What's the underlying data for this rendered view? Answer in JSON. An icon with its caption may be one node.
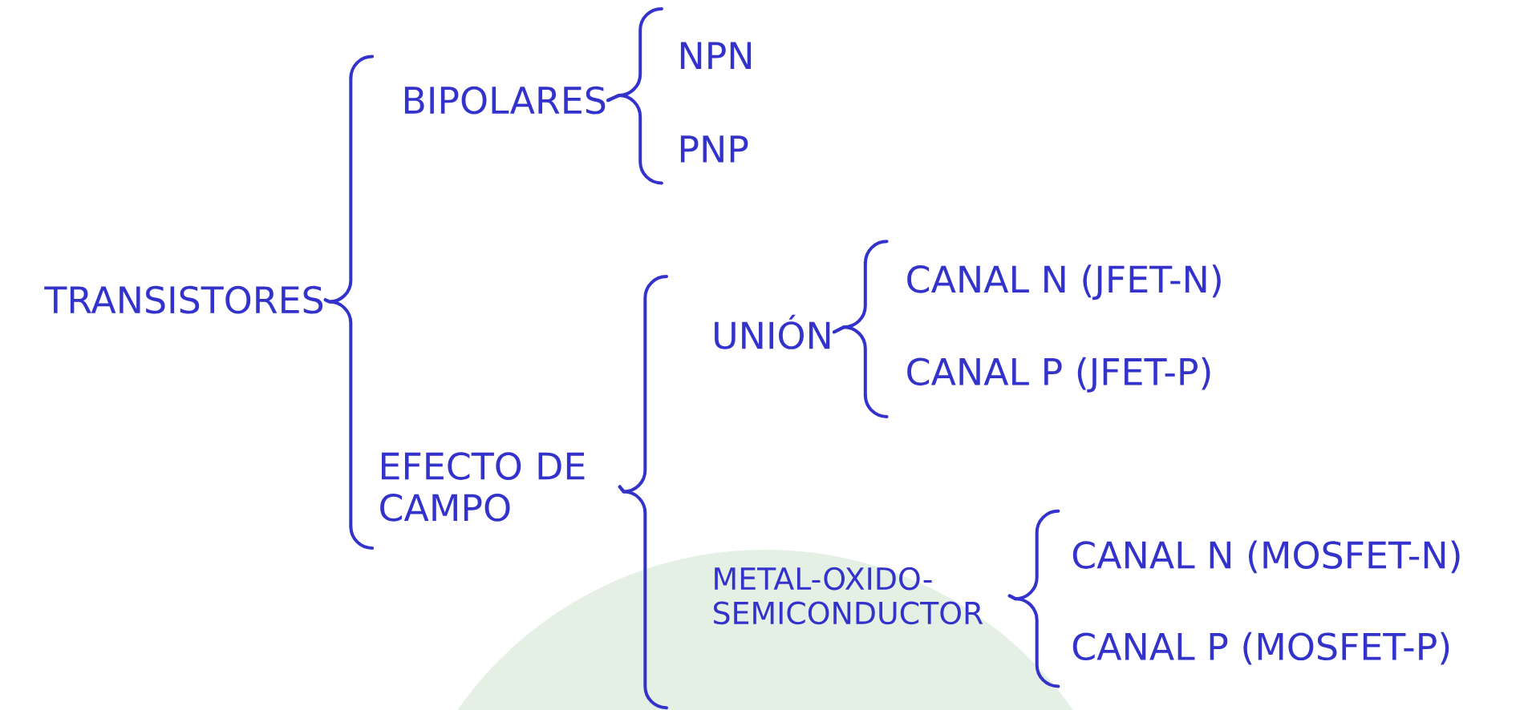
{
  "diagram": {
    "nodes": [
      {
        "text": [
          "TRANSISTORES"
        ]
      },
      {
        "text": [
          "BIPOLARES"
        ]
      },
      {
        "text": [
          "NPN"
        ]
      },
      {
        "text": [
          "PNP"
        ]
      },
      {
        "text": [
          "EFECTO DE CAMPO"
        ]
      },
      {
        "text": [
          "UNIÓN"
        ]
      },
      {
        "text": [
          "CANAL N (JFET-N)"
        ]
      },
      {
        "text": [
          "CANAL P (JFET-P)"
        ]
      },
      {
        "text": [
          "METAL-OXIDO-SEMICONDUCTOR"
        ]
      },
      {
        "text": [
          "CANAL N (MOSFET-N)"
        ]
      },
      {
        "text": [
          "CANAL P (MOSFET-P)"
        ]
      }
    ],
    "edges": [
      {
        "from": 0,
        "to": 1,
        "arrow": "none"
      },
      {
        "from": 0,
        "to": 4,
        "arrow": "none"
      },
      {
        "from": 1,
        "to": 2,
        "arrow": "none"
      },
      {
        "from": 1,
        "to": 3,
        "arrow": "none"
      },
      {
        "from": 4,
        "to": 5,
        "arrow": "none"
      },
      {
        "from": 4,
        "to": 8,
        "arrow": "none"
      },
      {
        "from": 5,
        "to": 6,
        "arrow": "none"
      },
      {
        "from": 5,
        "to": 7,
        "arrow": "none"
      },
      {
        "from": 8,
        "to": 9,
        "arrow": "none"
      },
      {
        "from": 8,
        "to": 10,
        "arrow": "none"
      }
    ]
  }
}
